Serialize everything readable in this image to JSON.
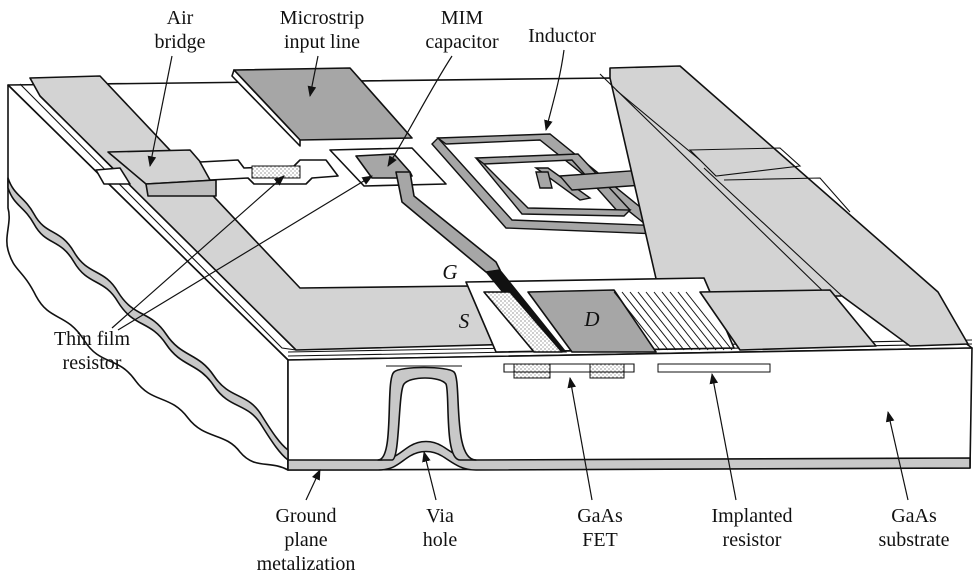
{
  "labels": {
    "air_bridge": [
      "Air",
      "bridge"
    ],
    "microstrip": [
      "Microstrip",
      "input line"
    ],
    "mim": [
      "MIM",
      "capacitor"
    ],
    "inductor": [
      "Inductor"
    ],
    "thin_film": [
      "Thin film",
      "resistor"
    ],
    "ground": [
      "Ground",
      "plane",
      "metalization"
    ],
    "via": [
      "Via",
      "hole"
    ],
    "gaas_fet": [
      "GaAs",
      "FET"
    ],
    "implanted": [
      "Implanted",
      "resistor"
    ],
    "substrate": [
      "GaAs",
      "substrate"
    ],
    "gate": "G",
    "source": "S",
    "drain": "D"
  },
  "colors": {
    "metal_light": "#d3d3d3",
    "metal_dark": "#a6a6a6",
    "outline": "#111111",
    "background": "#ffffff"
  }
}
